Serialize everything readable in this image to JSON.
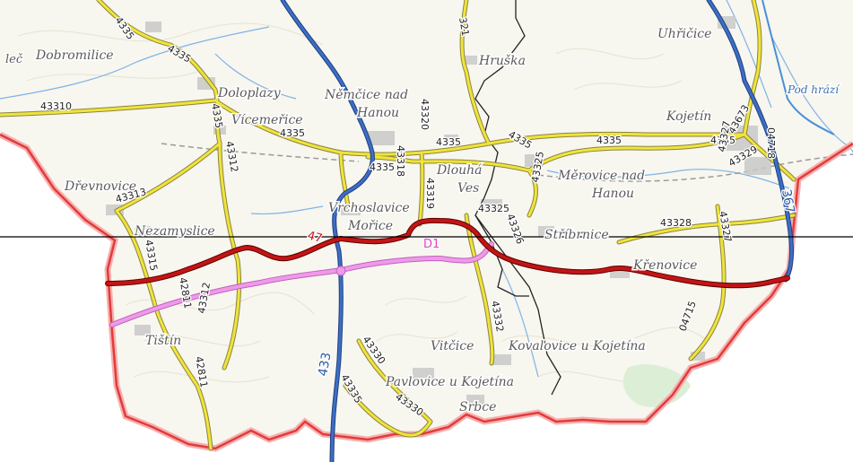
{
  "places": {
    "dobromilice": "Dobromilice",
    "doloplazy": "Doloplazy",
    "vicemerice": "Vícemeřice",
    "nemcice": "Němčice nad",
    "nemcice2": "Hanou",
    "hruska": "Hruška",
    "uhricice": "Uhřičice",
    "podhrazi": "Pod hrází",
    "kojetin": "Kojetín",
    "drevnovice": "Dřevnovice",
    "dlouha": "Dlouhá",
    "dlouha2": "Ves",
    "merovice": "Měrovice nad",
    "merovice2": "Hanou",
    "vrchoslavice": "Vrchoslavice",
    "morice": "Mořice",
    "nezamyslice": "Nezamyslice",
    "stribrnice": "Stříbrnice",
    "krenovice": "Křenovice",
    "tistin": "Tištín",
    "vitcice": "Vitčice",
    "kovalovice": "Kovalovice u Kojetína",
    "pavlovice": "Pavlovice u Kojetína",
    "srbce": "Srbce",
    "lec": "leč"
  },
  "roads": {
    "r4335": "4335",
    "r43310": "43310",
    "r43312": "43312",
    "r43313": "43313",
    "r43318": "43318",
    "r43319": "43319",
    "r43320": "43320",
    "r43325": "43325",
    "r43326": "43326",
    "r43327": "43327",
    "r43328": "43328",
    "r43329": "43329",
    "r43330": "43330",
    "r43332": "43332",
    "r43335": "43335",
    "r43315": "43315",
    "r42811": "42811",
    "r04715": "04715",
    "r04718": "04718",
    "r43673": "43673",
    "r321": "321",
    "h433": "433",
    "h367": "367",
    "h47": "47",
    "hD1": "D1"
  },
  "colors": {
    "highway": "#3560a8",
    "regional": "#e8dc30",
    "border": "#e43a3a",
    "planned_d1": "#e88ae0",
    "route_47": "#b01010",
    "water": "#4a8fd8"
  }
}
